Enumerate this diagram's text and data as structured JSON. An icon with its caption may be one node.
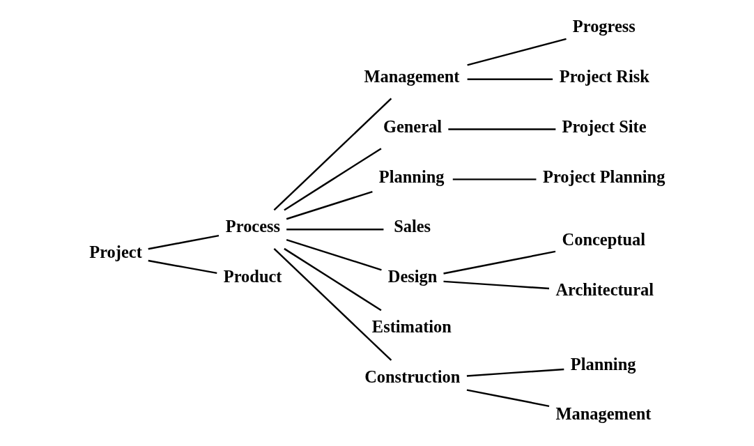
{
  "diagram": {
    "nodes": [
      {
        "text": [
          "Project"
        ]
      },
      {
        "text": [
          "Process"
        ]
      },
      {
        "text": [
          "Product"
        ]
      },
      {
        "text": [
          "Management"
        ]
      },
      {
        "text": [
          "General"
        ]
      },
      {
        "text": [
          "Planning"
        ]
      },
      {
        "text": [
          "Sales"
        ]
      },
      {
        "text": [
          "Design"
        ]
      },
      {
        "text": [
          "Estimation"
        ]
      },
      {
        "text": [
          "Construction"
        ]
      },
      {
        "text": [
          "Progress"
        ]
      },
      {
        "text": [
          "Project Risk"
        ]
      },
      {
        "text": [
          "Project Site"
        ]
      },
      {
        "text": [
          "Project Planning"
        ]
      },
      {
        "text": [
          "Conceptual"
        ]
      },
      {
        "text": [
          "Architectural"
        ]
      },
      {
        "text": [
          "Planning"
        ]
      },
      {
        "text": [
          "Management"
        ]
      }
    ],
    "edges": [
      {
        "from": 0,
        "to": 1,
        "arrow": "none"
      },
      {
        "from": 0,
        "to": 2,
        "arrow": "none"
      },
      {
        "from": 1,
        "to": 3,
        "arrow": "none"
      },
      {
        "from": 1,
        "to": 4,
        "arrow": "none"
      },
      {
        "from": 1,
        "to": 5,
        "arrow": "none"
      },
      {
        "from": 1,
        "to": 6,
        "arrow": "none"
      },
      {
        "from": 1,
        "to": 7,
        "arrow": "none"
      },
      {
        "from": 1,
        "to": 8,
        "arrow": "none"
      },
      {
        "from": 1,
        "to": 9,
        "arrow": "none"
      },
      {
        "from": 3,
        "to": 10,
        "arrow": "none"
      },
      {
        "from": 3,
        "to": 11,
        "arrow": "none"
      },
      {
        "from": 4,
        "to": 12,
        "arrow": "none"
      },
      {
        "from": 5,
        "to": 13,
        "arrow": "none"
      },
      {
        "from": 7,
        "to": 14,
        "arrow": "none"
      },
      {
        "from": 7,
        "to": 15,
        "arrow": "none"
      },
      {
        "from": 9,
        "to": 16,
        "arrow": "none"
      },
      {
        "from": 9,
        "to": 17,
        "arrow": "none"
      }
    ]
  }
}
